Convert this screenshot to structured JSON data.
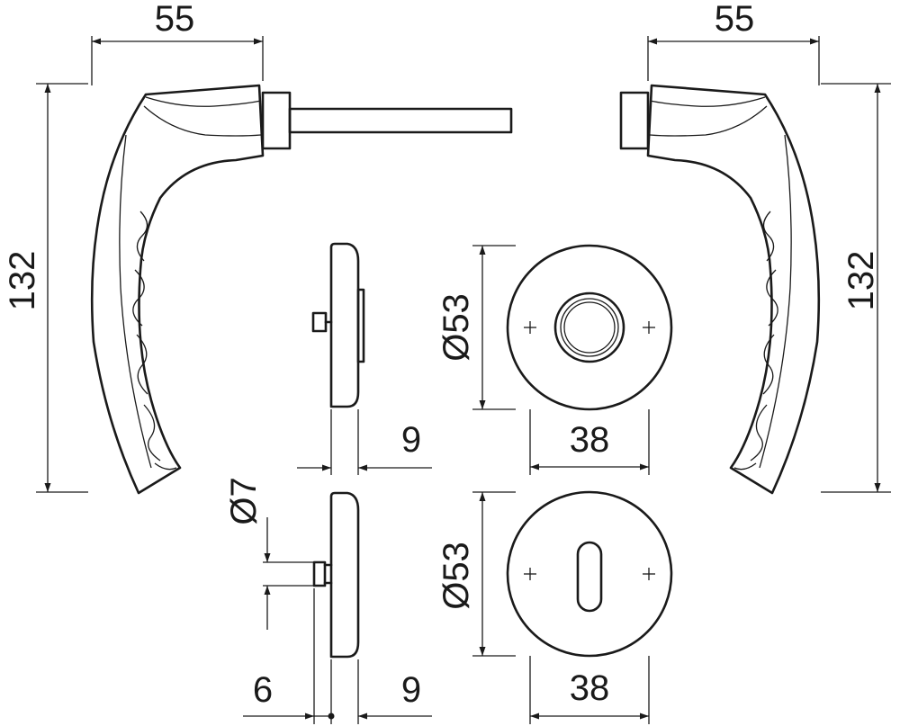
{
  "dimensions": {
    "left_handle_width": "55",
    "right_handle_width": "55",
    "left_handle_height": "132",
    "right_handle_height": "132",
    "round_rose_diameter": "Ø53",
    "round_rose_screw_spacing": "38",
    "keyhole_escutcheon_diameter": "Ø53",
    "keyhole_escutcheon_screw_spacing": "38",
    "rose_thickness_upper": "9",
    "rose_thickness_lower": "9",
    "pin_diameter": "Ø7",
    "pin_length": "6"
  }
}
